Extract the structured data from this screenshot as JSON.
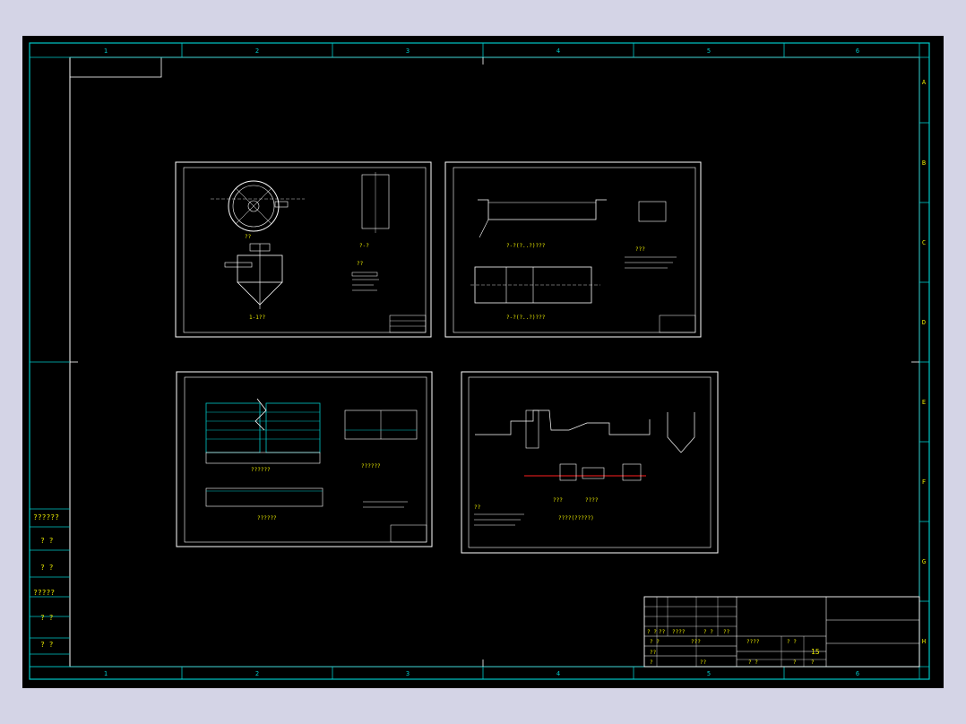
{
  "colors": {
    "background_outer": "#d4d4e6",
    "model_space": "#000000",
    "frame": "#00c8c8",
    "inner_frame": "#ffffff",
    "text_label": "#e8e800",
    "accent_red": "#ff2020"
  },
  "grid_columns": [
    "1",
    "2",
    "3",
    "4",
    "5",
    "6"
  ],
  "grid_rows": [
    "A",
    "B",
    "C",
    "D",
    "E",
    "F",
    "G",
    "H"
  ],
  "left_strip": {
    "labels": [
      "??????",
      "? ?",
      "? ?",
      "?????",
      "? ?",
      "? ?"
    ]
  },
  "title_block": {
    "row_a": [
      "? ?",
      "??",
      "????",
      "? ?",
      "??"
    ],
    "row_b": [
      "? ?",
      "???",
      "????",
      "? ?",
      "15"
    ],
    "row_c": [
      "??",
      "?",
      "??",
      "? ?",
      "?",
      "?"
    ],
    "sheet_number": "15"
  },
  "sheets": [
    {
      "id": "sheet-1",
      "labels": [
        "?-?",
        "1-1??",
        "??",
        "??"
      ]
    },
    {
      "id": "sheet-2",
      "labels": [
        "?-?(?..?)???",
        "?-?(?..?)???",
        "???"
      ]
    },
    {
      "id": "sheet-3",
      "labels": [
        "??????",
        "??????",
        "??????"
      ]
    },
    {
      "id": "sheet-4",
      "labels": [
        "???",
        "????",
        "????(?????)",
        "??"
      ]
    }
  ]
}
